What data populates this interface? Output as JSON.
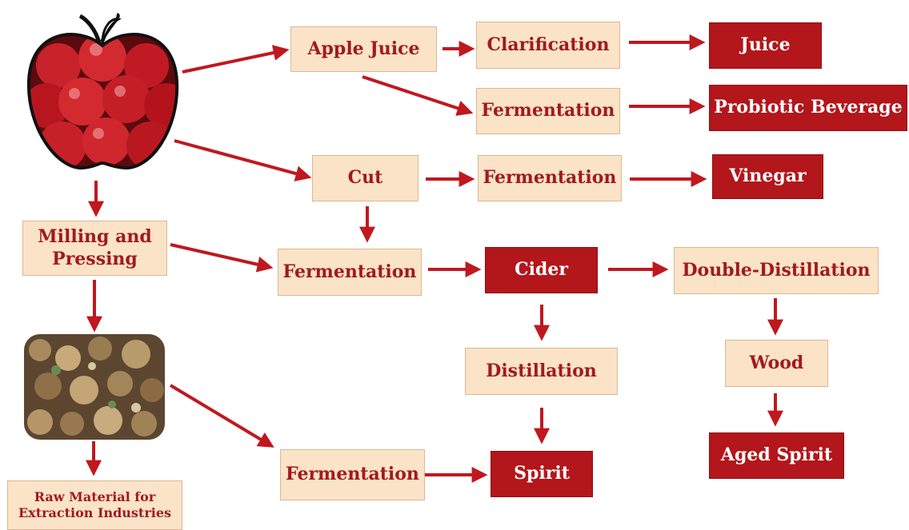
{
  "nodes": {
    "apple_juice": "Apple Juice",
    "clarification": "Clarification",
    "juice": "Juice",
    "fermentation_juice": "Fermentation",
    "probiotic": "Probiotic Beverage",
    "cut": "Cut",
    "fermentation_cut": "Fermentation",
    "vinegar": "Vinegar",
    "milling_line1": "Milling and",
    "milling_line2": "Pressing",
    "fermentation_main": "Fermentation",
    "cider": "Cider",
    "double_distillation": "Double-Distillation",
    "distillation": "Distillation",
    "wood": "Wood",
    "fermentation_pomace": "Fermentation",
    "spirit": "Spirit",
    "aged_spirit": "Aged Spirit",
    "raw_line1": "Raw Material for",
    "raw_line2": "Extraction Industries"
  },
  "colors": {
    "arrow": "#c0181f",
    "light_fill": "#fbe3c8",
    "dark_fill": "#b3161b",
    "text_red": "#a11a1e"
  }
}
